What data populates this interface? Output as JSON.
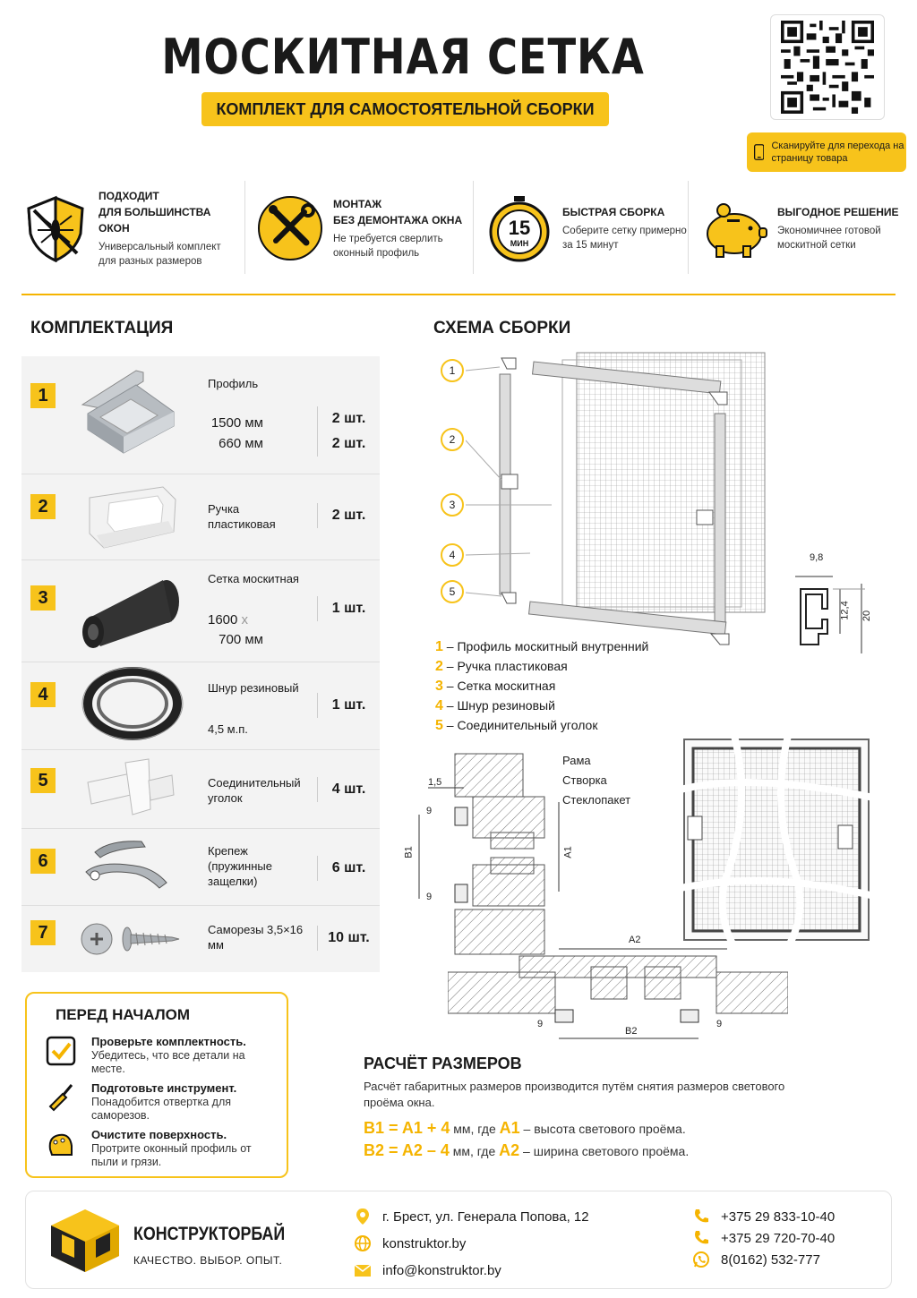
{
  "header": {
    "title": "МОСКИТНАЯ СЕТКА",
    "subtitle": "КОМПЛЕКТ ДЛЯ САМОСТОЯТЕЛЬНОЙ СБОРКИ",
    "scan_text": "Сканируйте для перехода на страницу товара"
  },
  "features": [
    {
      "title1": "ПОДХОДИТ",
      "title2": "ДЛЯ БОЛЬШИНСТВА ОКОН",
      "desc1": "Универсальный комплект",
      "desc2": "для разных размеров",
      "icon": "mosquito-shield-icon"
    },
    {
      "title1": "МОНТАЖ",
      "title2": "БЕЗ ДЕМОНТАЖА ОКНА",
      "desc1": "Не требуется сверлить",
      "desc2": "оконный профиль",
      "icon": "tools-icon"
    },
    {
      "title1": "БЫСТРАЯ СБОРКА",
      "title2": "",
      "desc1": "Соберите сетку примерно",
      "desc2": "за 15 минут",
      "icon": "stopwatch-icon",
      "timer_value": "15",
      "timer_unit": "МИН"
    },
    {
      "title1": "ВЫГОДНОЕ РЕШЕНИЕ",
      "title2": "",
      "desc1": "Экономичнее готовой",
      "desc2": "москитной сетки",
      "icon": "piggy-bank-icon"
    }
  ],
  "kit": {
    "heading": "КОМПЛЕКТАЦИЯ",
    "items": [
      {
        "num": "1",
        "name": "Профиль",
        "sizes": [
          "1500 мм",
          "660 мм"
        ],
        "qty": [
          "2 шт.",
          "2 шт."
        ]
      },
      {
        "num": "2",
        "name": "Ручка пластиковая",
        "qty": [
          "2 шт."
        ]
      },
      {
        "num": "3",
        "name": "Сетка москитная",
        "size1": "1600",
        "size_x": "x",
        "size2": "700 мм",
        "qty": [
          "1 шт."
        ]
      },
      {
        "num": "4",
        "name": "Шнур резиновый",
        "size1": "4,5 м.п.",
        "qty": [
          "1 шт."
        ]
      },
      {
        "num": "5",
        "name": "Соединительный уголок",
        "qty": [
          "4 шт."
        ]
      },
      {
        "num": "6",
        "name": "Крепеж (пружинные защелки)",
        "qty": [
          "6 шт."
        ]
      },
      {
        "num": "7",
        "name": "Саморезы 3,5×16 мм",
        "qty": [
          "10 шт."
        ]
      }
    ]
  },
  "before": {
    "heading": "ПЕРЕД НАЧАЛОМ",
    "items": [
      {
        "bold": "Проверьте комплектность.",
        "text": "Убедитесь, что все детали на месте.",
        "icon": "checkbox-icon"
      },
      {
        "bold": "Подготовьте инструмент.",
        "text": "Понадобится отвертка для саморезов.",
        "icon": "screwdriver-icon"
      },
      {
        "bold": "Очистите поверхность.",
        "text": "Протрите оконный профиль от пыли и грязи.",
        "icon": "cleaning-icon"
      }
    ]
  },
  "scheme": {
    "heading": "СХЕМА СБОРКИ",
    "legend": [
      {
        "num": "1",
        "text": "– Профиль москитный внутренний"
      },
      {
        "num": "2",
        "text": "– Ручка пластиковая"
      },
      {
        "num": "3",
        "text": "– Сетка москитная"
      },
      {
        "num": "4",
        "text": "– Шнур резиновый"
      },
      {
        "num": "5",
        "text": "– Соединительный уголок"
      }
    ],
    "profile_dims": {
      "w": "9,8",
      "h1": "12,4",
      "h2": "20"
    },
    "section_labels": {
      "frame": "Рама",
      "sash": "Створка",
      "glass": "Стеклопакет",
      "gap": "1,5",
      "off": "9",
      "b1": "B1",
      "a1": "A1"
    },
    "plan_labels": {
      "a2": "A2",
      "b2": "B2",
      "off": "9"
    }
  },
  "calc": {
    "heading": "РАСЧЁТ РАЗМЕРОВ",
    "desc": "Расчёт габаритных размеров производится путём снятия размеров светового проёма окна.",
    "f1": {
      "lhs": "B1 = A1 + 4",
      "mid": " мм, где ",
      "var": "A1",
      "rest": " – высота светового проёма."
    },
    "f2": {
      "lhs": "B2 = A2 – 4",
      "mid": " мм, где ",
      "var": "A2",
      "rest": " – ширина светового проёма."
    }
  },
  "footer": {
    "brand": "КОНСТРУКТОРБАЙ",
    "slogan": "КАЧЕСТВО. ВЫБОР. ОПЫТ.",
    "address": "г. Брест, ул. Генерала Попова, 12",
    "site": "konstruktor.by",
    "email": "info@konstruktor.by",
    "phones": [
      "+375 29 833-10-40",
      "+375 29 720-70-40",
      "8(0162) 532-777"
    ]
  },
  "colors": {
    "accent": "#f7c31b",
    "text": "#1a1a1a"
  }
}
